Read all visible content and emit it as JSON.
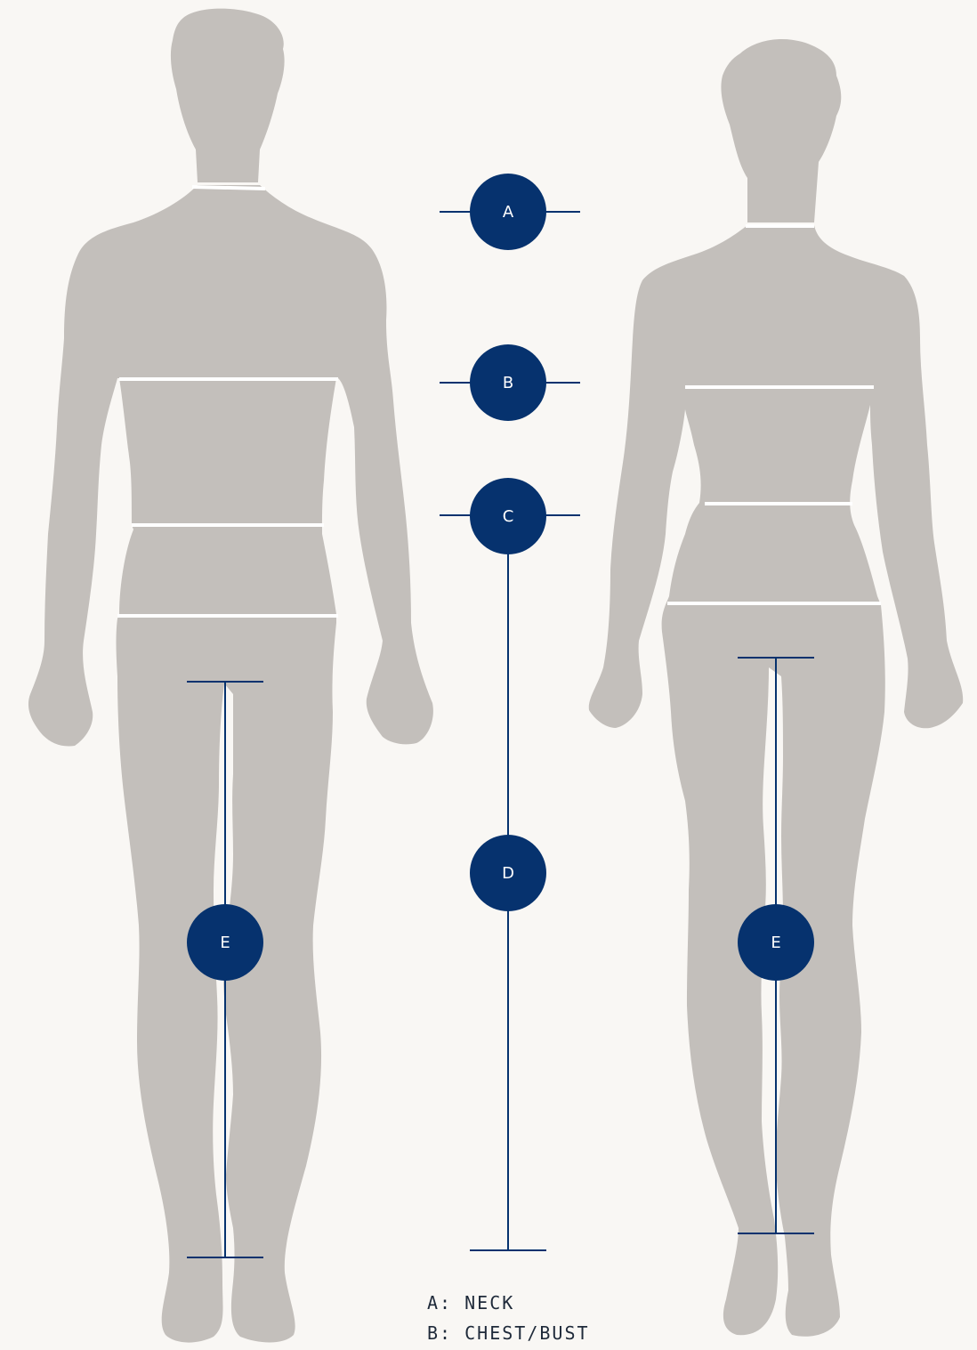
{
  "colors": {
    "background": "#f9f7f4",
    "silhouette": "#c3bfbb",
    "accent": "#06326e",
    "measure_line": "#ffffff"
  },
  "markers": {
    "a": "A",
    "b": "B",
    "c": "C",
    "d": "D",
    "e_male": "E",
    "e_female": "E"
  },
  "legend": [
    {
      "key": "A:",
      "label": "NECK"
    },
    {
      "key": "B:",
      "label": "CHEST/BUST"
    }
  ]
}
